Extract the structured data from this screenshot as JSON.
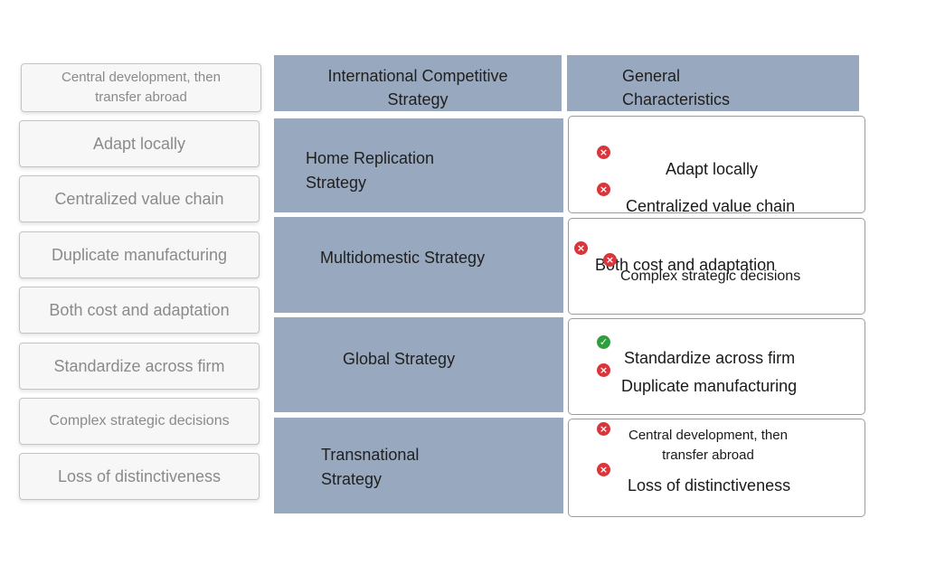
{
  "answer_bank": [
    "Central development, then\ntransfer abroad",
    "Adapt locally",
    "Centralized value chain",
    "Duplicate manufacturing",
    "Both cost and adaptation",
    "Standardize across firm",
    "Complex strategic decisions",
    "Loss of distinctiveness"
  ],
  "headers": {
    "strategy": "International Competitive\nStrategy",
    "characteristics": "General\nCharacteristics"
  },
  "strategies": [
    "Home Replication\nStrategy",
    "Multidomestic Strategy",
    "Global Strategy",
    "Transnational\nStrategy"
  ],
  "placed": {
    "home_replication": [
      {
        "text": "Adapt locally",
        "status": "incorrect"
      },
      {
        "text": "Centralized value chain",
        "status": "incorrect"
      }
    ],
    "multidomestic": [
      {
        "text": "Both cost and adaptation",
        "status": "incorrect"
      },
      {
        "text": "Complex strategic decisions",
        "status": "incorrect"
      }
    ],
    "global": [
      {
        "text": "Standardize across firm",
        "status": "correct"
      },
      {
        "text": "Duplicate manufacturing",
        "status": "incorrect"
      }
    ],
    "transnational": [
      {
        "text": "Central development, then\ntransfer abroad",
        "status": "incorrect"
      },
      {
        "text": "Loss of distinctiveness",
        "status": "incorrect"
      }
    ]
  },
  "icons": {
    "incorrect": "×",
    "correct": "✓"
  },
  "colors": {
    "header_bg": "#98a8be",
    "incorrect": "#d9353b",
    "correct": "#2e9e3e"
  }
}
